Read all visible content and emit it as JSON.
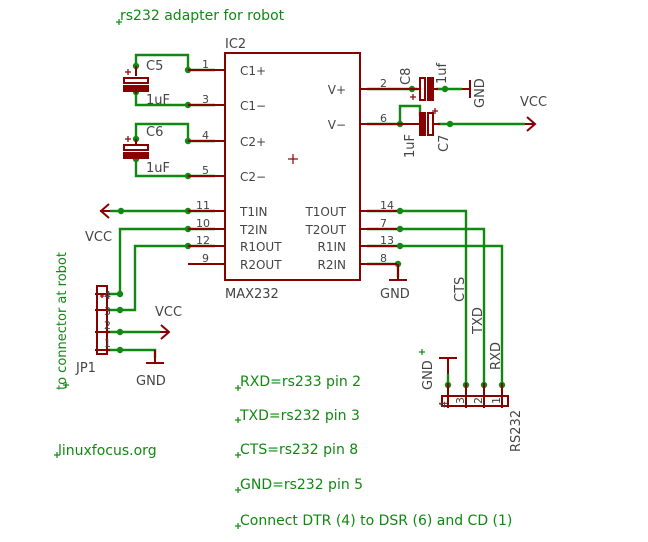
{
  "title": "rs232 adapter for robot",
  "ic": {
    "name": "IC2",
    "value": "MAX232",
    "pins_left": [
      {
        "num": "1",
        "name": "C1+"
      },
      {
        "num": "3",
        "name": "C1−"
      },
      {
        "num": "4",
        "name": "C2+"
      },
      {
        "num": "5",
        "name": "C2−"
      },
      {
        "num": "11",
        "name": "T1IN"
      },
      {
        "num": "10",
        "name": "T2IN"
      },
      {
        "num": "12",
        "name": "R1OUT"
      },
      {
        "num": "9",
        "name": "R2OUT"
      }
    ],
    "pins_right": [
      {
        "num": "2",
        "name": "V+"
      },
      {
        "num": "6",
        "name": "V−"
      },
      {
        "num": "14",
        "name": "T1OUT"
      },
      {
        "num": "7",
        "name": "T2OUT"
      },
      {
        "num": "13",
        "name": "R1IN"
      },
      {
        "num": "8",
        "name": "R2IN"
      }
    ]
  },
  "caps": {
    "c5": {
      "name": "C5",
      "value": "1uF"
    },
    "c6": {
      "name": "C6",
      "value": "1uF"
    },
    "c8": {
      "name": "C8",
      "value": "1uf"
    },
    "c7": {
      "name": "C7",
      "value": "1uF"
    }
  },
  "supply": {
    "vcc": "VCC",
    "gnd": "GND"
  },
  "jp1": {
    "name": "JP1",
    "label": "to connector at robot",
    "pins": [
      "4",
      "3",
      "2",
      "1"
    ]
  },
  "rs232": {
    "name": "RS232",
    "pins": [
      "4",
      "3",
      "2",
      "1"
    ],
    "nets": [
      "CTS",
      "TXD",
      "RXD"
    ]
  },
  "notes": [
    "RXD=rs233 pin 2",
    "TXD=rs232 pin 3",
    "CTS=rs232 pin 8",
    "GND=rs232 pin 5",
    "Connect DTR (4) to DSR (6) and CD (1)"
  ],
  "credit": "linuxfocus.org",
  "colors": {
    "wire": "#118811",
    "part": "#880000",
    "label": "#444444",
    "text": "#118811"
  }
}
